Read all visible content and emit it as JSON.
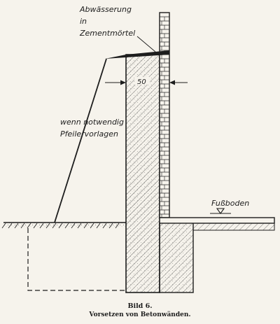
{
  "labels": {
    "drainage_line1": "Abwässerung",
    "drainage_line2": "in",
    "drainage_line3": "Zementmörtel",
    "pillar_line1": "wenn notwendig",
    "pillar_line2": "Pfeilervorlagen",
    "floor": "Fußboden",
    "dimension": "50"
  },
  "caption": {
    "title": "Bild 6.",
    "subtitle": "Vorsetzen von Betonwänden."
  },
  "colors": {
    "ink": "#1d1d1d",
    "paper": "#f6f3ec"
  }
}
